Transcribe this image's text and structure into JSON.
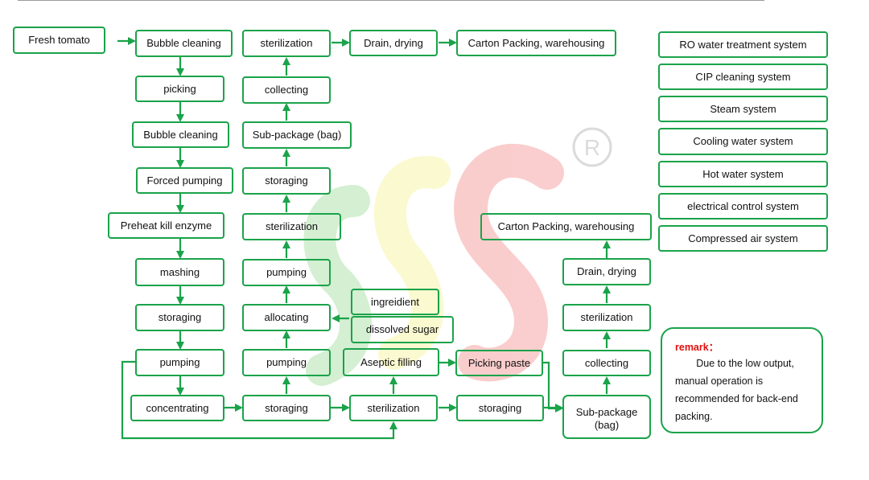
{
  "colors": {
    "line": "#1aa34a",
    "remark_title": "#e01010",
    "watermark_green": "#7ed07a",
    "watermark_yellow": "#f2ef74",
    "watermark_red": "#f06a6a"
  },
  "flow": {
    "fresh_tomato": "Fresh tomato",
    "bubble_cleaning_1": "Bubble cleaning",
    "picking": "picking",
    "bubble_cleaning_2": "Bubble  cleaning",
    "forced_pumping": "Forced pumping",
    "preheat_kill_enzyme": "Preheat kill enzyme",
    "mashing": "mashing",
    "storaging_1": "storaging",
    "pumping_1": "pumping",
    "concentrating": "concentrating",
    "storaging_2": "storaging",
    "pumping_2": "pumping",
    "allocating": "allocating",
    "ingredient": "ingreidient",
    "dissolved_sugar": "dissolved sugar",
    "pumping_3": "pumping",
    "sterilization_1": "sterilization",
    "storaging_3": "storaging",
    "sub_package_1": "Sub-package (bag)",
    "collecting_1": "collecting",
    "sterilization_2": "sterilization",
    "drain_drying_1": "Drain, drying",
    "carton_packing_1": "Carton Packing, warehousing",
    "sterilization_3": "sterilization",
    "aseptic_filling": "Aseptic filling",
    "picking_paste": "Picking paste",
    "storaging_4": "storaging",
    "sub_package_2": "Sub-package (bag)",
    "collecting_2": "collecting",
    "sterilization_4": "sterilization",
    "drain_drying_2": "Drain, drying",
    "carton_packing_2": "Carton Packing, warehousing"
  },
  "systems": [
    "RO water treatment system",
    "CIP cleaning system",
    "Steam system",
    "Cooling water system",
    "Hot water system",
    "electrical control system",
    "Compressed air system"
  ],
  "remark": {
    "title": "remark：",
    "text": "Due to the low output, manual operation is recommended for back-end packing."
  }
}
